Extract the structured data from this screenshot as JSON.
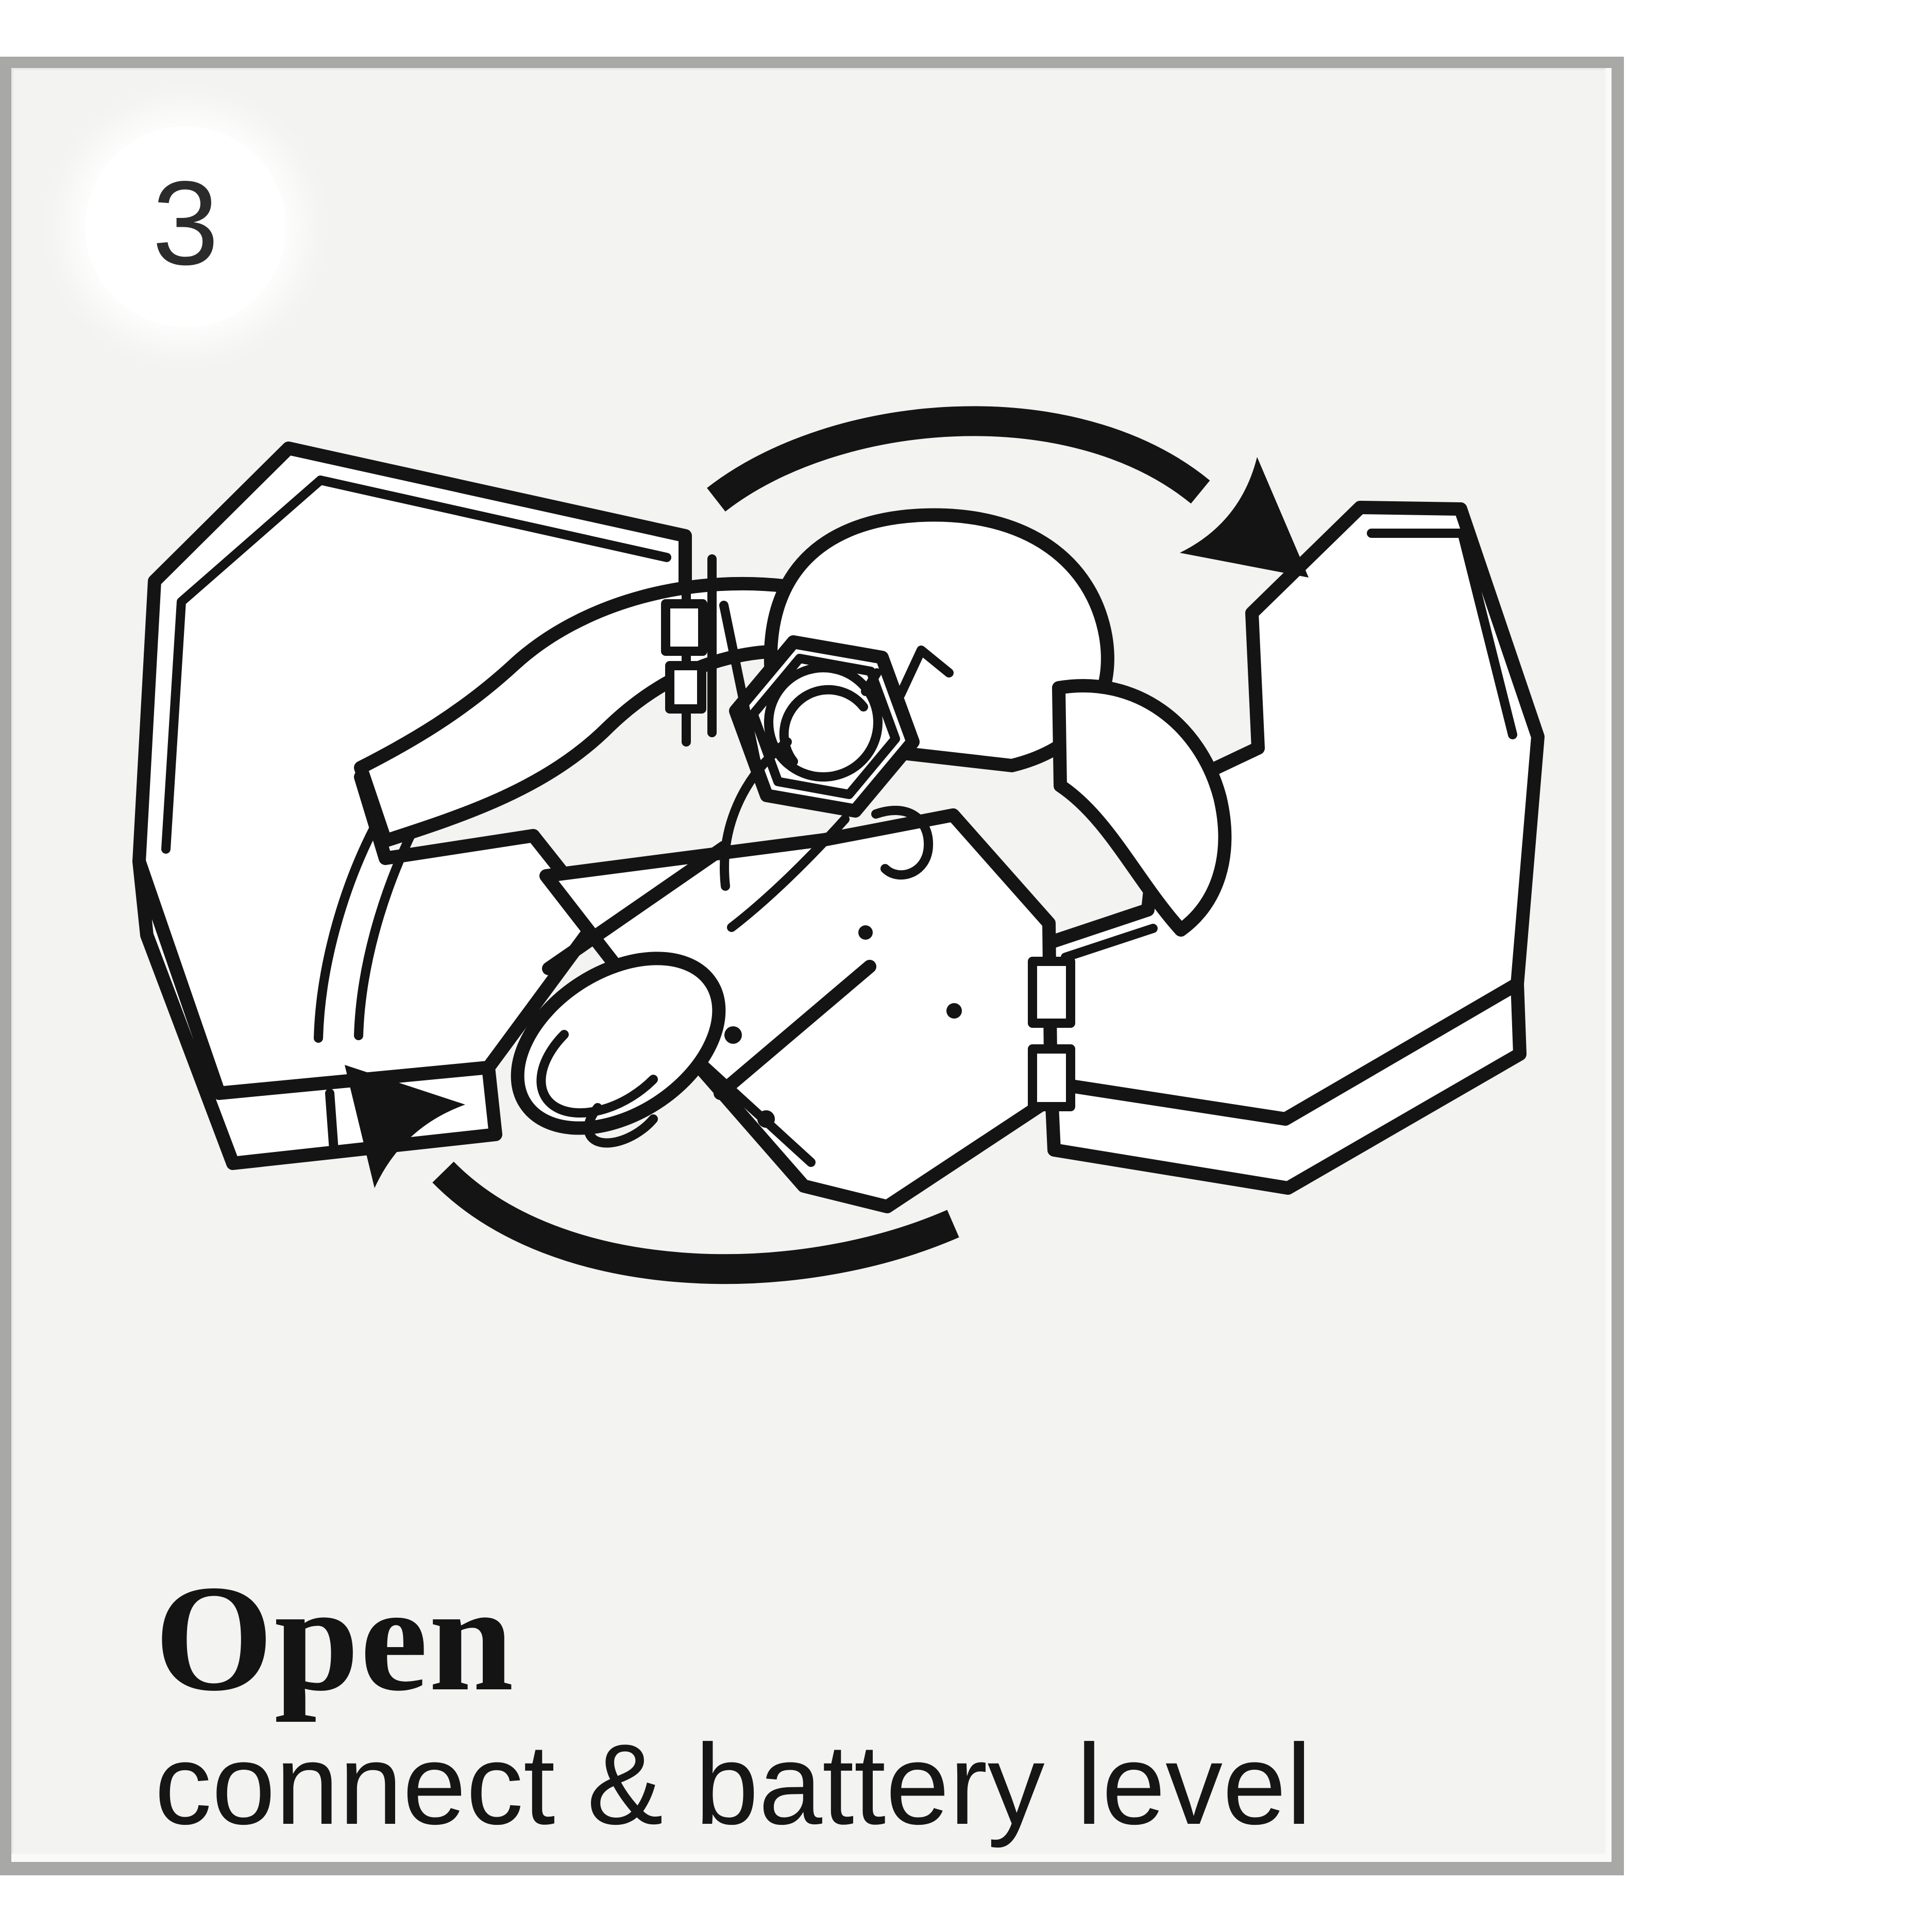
{
  "card": {
    "step_number": "3",
    "title": "Open",
    "subtitle": "connect & battery level"
  },
  "illustration": {
    "label": "device-opening-line-drawing",
    "icons": [
      "rotate-clockwise-arrow-icon",
      "rotate-counterclockwise-arrow-icon"
    ]
  },
  "colors": {
    "page_background": "#ffffff",
    "card_background": "#f3f3f1",
    "card_border": "#a8a8a7",
    "badge_background": "#ffffff",
    "ink": "#141414"
  }
}
